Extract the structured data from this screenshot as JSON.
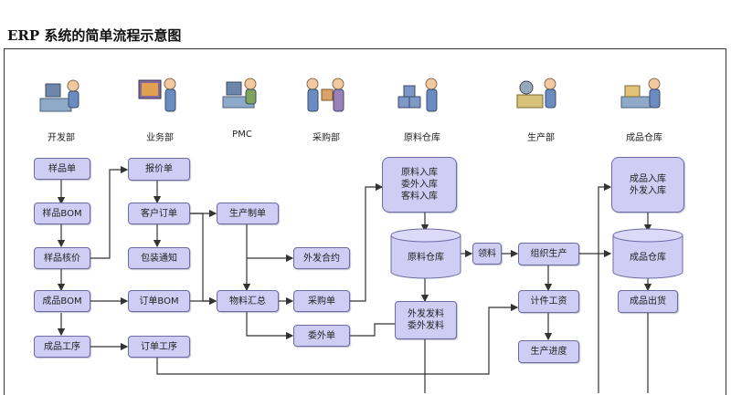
{
  "title": "ERP 系统的简单流程示意图",
  "departments": [
    "开发部",
    "业务部",
    "PMC",
    "采购部",
    "原料仓库",
    "生产部",
    "成品仓库"
  ],
  "nodes": {
    "sample_order": "样品单",
    "sample_bom": "样品BOM",
    "sample_costing": "样品核价",
    "product_bom": "成品BOM",
    "product_process": "成品工序",
    "quotation": "报价单",
    "customer_order": "客户订单",
    "packing_notice": "包装通知",
    "order_bom": "订单BOM",
    "order_process": "订单工序",
    "production_plan": "生产制单",
    "material_summary": "物料汇总",
    "outsourced_contract": "外发合约",
    "purchase_order": "采购单",
    "subcontract_order": "委外单",
    "material_inbound": "原料入库\n委外入库\n客料入库",
    "outsourced_issue": "外发发料\n委外发料",
    "requisition": "领料",
    "organize_production": "组织生产",
    "piece_wage": "计件工资",
    "production_progress": "生产进度",
    "product_inbound": "成品入库\n外发入库",
    "product_shipment": "成品出货"
  },
  "cylinders": {
    "raw_warehouse": "原料仓库",
    "product_warehouse": "成品仓库"
  },
  "colors": {
    "node_fill": "#cfcdf4",
    "node_border": "#6b6aa3",
    "line": "#333333"
  }
}
